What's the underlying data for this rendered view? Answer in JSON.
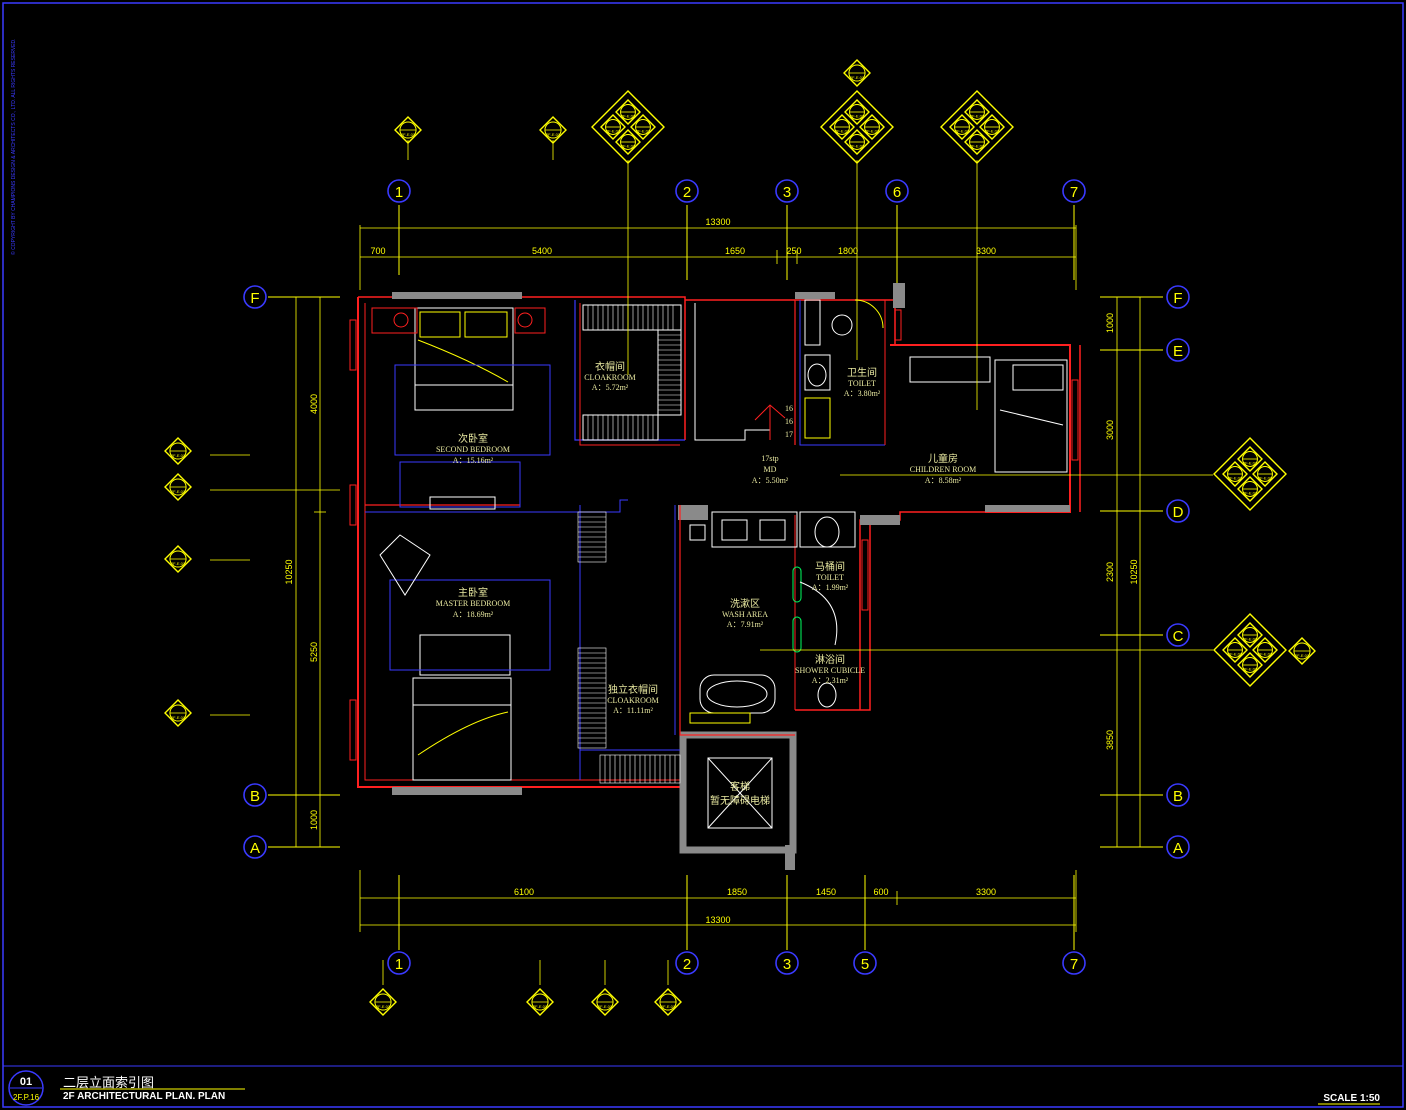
{
  "copyright": "© COPYRIGHT BY CHAMPIONS DESIGN & ARCHITECTS CO., LTD. ALL RIGHTS RESERVED.",
  "title": {
    "number": "01",
    "sheet": "2F.P.16",
    "cn": "二层立面索引图",
    "en": "2F ARCHITECTURAL PLAN.  PLAN",
    "scale": "SCALE  1:50"
  },
  "grid_columns": [
    "1",
    "2",
    "3",
    "6",
    "7",
    "5"
  ],
  "grid_rows": [
    "F",
    "E",
    "D",
    "C",
    "B",
    "A"
  ],
  "dims": {
    "top_total": "13300",
    "top": [
      "700",
      "5400",
      "1650",
      "250",
      "1800",
      "3300"
    ],
    "bottom_total": "13300",
    "bottom": [
      "6100",
      "1850",
      "1450",
      "600",
      "3300"
    ],
    "left_total": "10250",
    "left": [
      "4000",
      "5250",
      "1000"
    ],
    "right_total": "10250",
    "right": [
      "1000",
      "3000",
      "2300",
      "3850"
    ]
  },
  "rooms": {
    "second_bedroom": {
      "cn": "次卧室",
      "en": "SECOND BEDROOM",
      "area": "A：15.16m²"
    },
    "cloakroom": {
      "cn": "衣帽间",
      "en": "CLOAKROOM",
      "area": "A：5.72m²"
    },
    "toilet": {
      "cn": "卫生间",
      "en": "TOILET",
      "area": "A：3.80m²"
    },
    "children_room": {
      "cn": "儿童房",
      "en": "CHILDREN ROOM",
      "area": "A：8.58m²"
    },
    "stair": {
      "steps": "17stp",
      "label": "MD",
      "area": "A：5.50m²",
      "n1": "16",
      "n2": "16",
      "n3": "17"
    },
    "master_bedroom": {
      "cn": "主卧室",
      "en": "MASTER BEDROOM",
      "area": "A：18.69m²"
    },
    "wash_area": {
      "cn": "洗漱区",
      "en": "WASH  AREA",
      "area": "A：7.91m²"
    },
    "wc": {
      "cn": "马桶间",
      "en": "TOILET",
      "area": "A：1.99m²"
    },
    "shower": {
      "cn": "淋浴间",
      "en": "SHOWER CUBICLE",
      "area": "A：2.31m²"
    },
    "master_cloak": {
      "cn": "独立衣帽间",
      "en": "CLOAKROOM",
      "area": "A：11.11m²"
    },
    "elevator": {
      "cn1": "客梯",
      "cn2": "暂无障碍电梯"
    }
  },
  "elev_ref": "2F-E.01",
  "colors": {
    "bg": "#000000",
    "yellow": "#ffff00",
    "red": "#ff2020",
    "blue": "#3a3aff",
    "magenta": "#ff00ff",
    "gray": "#8a8a8a",
    "white": "#ffffff",
    "text": "#e8e8a0"
  }
}
